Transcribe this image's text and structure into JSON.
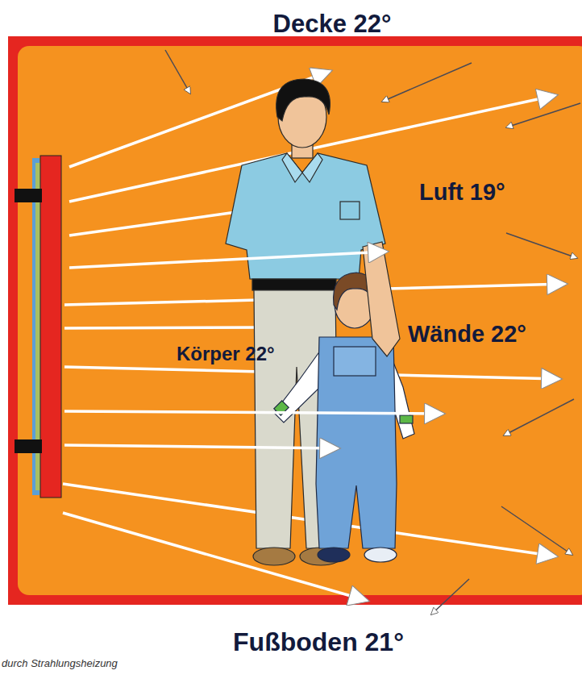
{
  "diagram": {
    "caption": "durch Strahlungsheizung",
    "labels": [
      "Decke 22°",
      "Luft 19°",
      "Wände 22°",
      "Körper 22°",
      "Fußboden 21°"
    ]
  }
}
